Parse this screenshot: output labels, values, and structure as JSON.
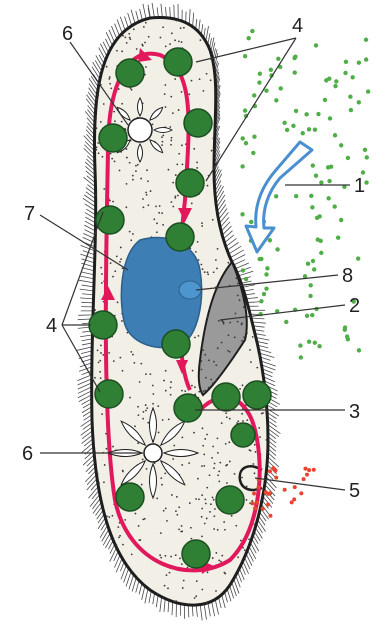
{
  "labels": {
    "food_stream": "1",
    "oral_groove": "2",
    "food_vacuole_forming": "3",
    "digestive_vacuoles": "4",
    "anal_pore": "5",
    "contractile_vacuole": "6",
    "macronucleus": "7",
    "micronucleus": "8"
  },
  "colors": {
    "outline": "#1e1e1e",
    "cytoplasm": "#f1efe6",
    "vacuole": "#2f7f35",
    "nucleus": "#3d7fb5",
    "cytoplasm_flow": "#e2185c",
    "food_particles": "#4fae47",
    "waste_particles": "#e8442f",
    "water_arrow": "#4a8fd0"
  }
}
